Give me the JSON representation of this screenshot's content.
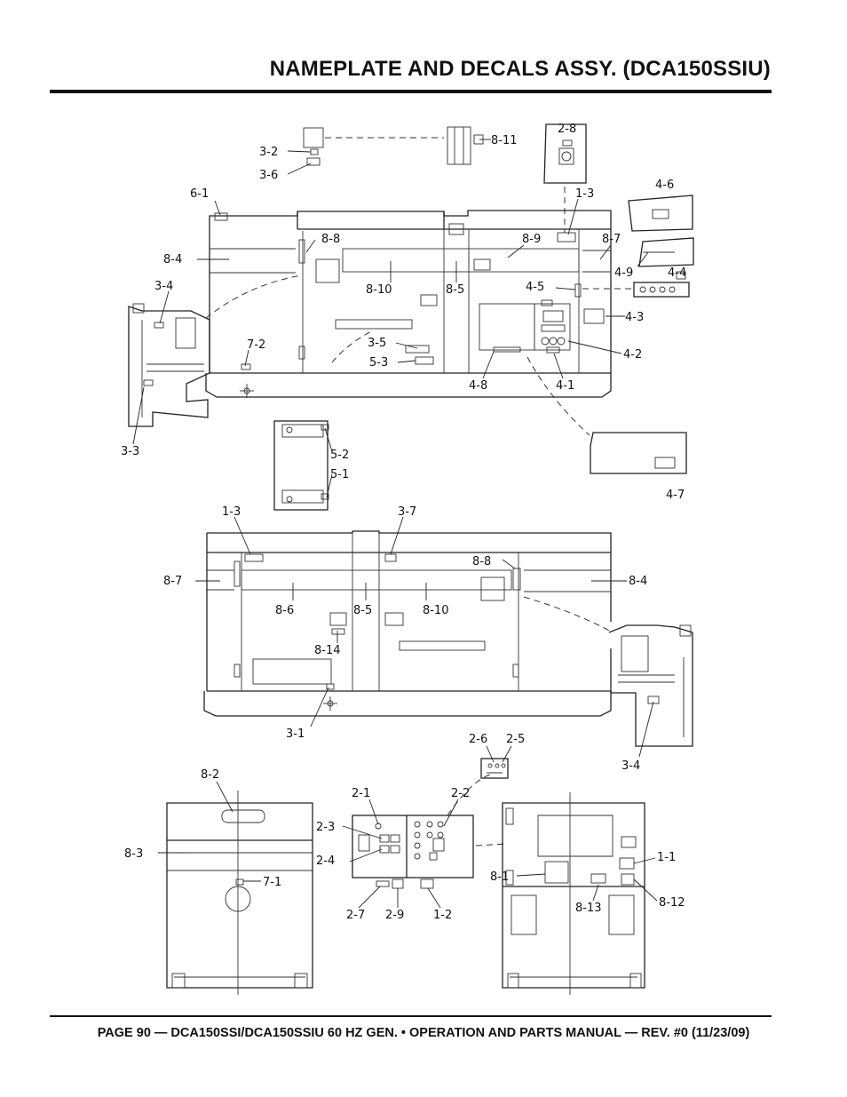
{
  "header": {
    "title": "NAMEPLATE AND DECALS ASSY. (DCA150SSIU)"
  },
  "footer": {
    "text": "PAGE 90 — DCA150SSI/DCA150SSIU 60 HZ GEN. • OPERATION AND PARTS MANUAL — REV. #0 (11/23/09)"
  },
  "callouts": {
    "c3_2": "3-2",
    "c3_6": "3-6",
    "c8_11": "8-11",
    "c2_8": "2-8",
    "c6_1": "6-1",
    "c1_3a": "1-3",
    "c4_6": "4-6",
    "c8_8a": "8-8",
    "c8_9": "8-9",
    "c8_7a": "8-7",
    "c8_4a": "8-4",
    "c4_9": "4-9",
    "c4_4": "4-4",
    "c3_4a": "3-4",
    "c8_10a": "8-10",
    "c8_5a": "8-5",
    "c4_5": "4-5",
    "c4_3": "4-3",
    "c7_2": "7-2",
    "c3_5": "3-5",
    "c5_3": "5-3",
    "c4_2": "4-2",
    "c4_8": "4-8",
    "c4_1": "4-1",
    "c3_3": "3-3",
    "c5_2": "5-2",
    "c5_1": "5-1",
    "c4_7": "4-7",
    "c1_3b": "1-3",
    "c3_7": "3-7",
    "c8_8b": "8-8",
    "c8_7b": "8-7",
    "c8_4b": "8-4",
    "c8_6": "8-6",
    "c8_5b": "8-5",
    "c8_10b": "8-10",
    "c8_14": "8-14",
    "c3_1": "3-1",
    "c3_4b": "3-4",
    "c2_6": "2-6",
    "c2_5": "2-5",
    "c8_2": "8-2",
    "c2_1": "2-1",
    "c2_2": "2-2",
    "c2_3": "2-3",
    "c8_3": "8-3",
    "c2_4": "2-4",
    "c7_1": "7-1",
    "c1_1": "1-1",
    "c8_1": "8-1",
    "c8_12": "8-12",
    "c8_13": "8-13",
    "c2_7": "2-7",
    "c2_9": "2-9",
    "c1_2": "1-2"
  }
}
